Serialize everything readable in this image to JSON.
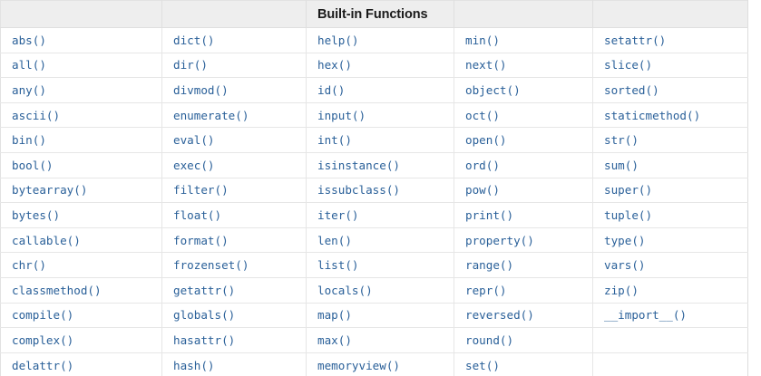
{
  "table": {
    "title": "Built-in Functions",
    "title_column_index": 2,
    "header_cells": [
      "",
      "",
      "Built-in Functions",
      "",
      ""
    ],
    "accent_text_color": "#2a6099",
    "header_background_color": "#eeeeee",
    "border_color": "#e6e6e6",
    "column_count": 5,
    "row_count": 14,
    "rows": [
      [
        "abs()",
        "dict()",
        "help()",
        "min()",
        "setattr()"
      ],
      [
        "all()",
        "dir()",
        "hex()",
        "next()",
        "slice()"
      ],
      [
        "any()",
        "divmod()",
        "id()",
        "object()",
        "sorted()"
      ],
      [
        "ascii()",
        "enumerate()",
        "input()",
        "oct()",
        "staticmethod()"
      ],
      [
        "bin()",
        "eval()",
        "int()",
        "open()",
        "str()"
      ],
      [
        "bool()",
        "exec()",
        "isinstance()",
        "ord()",
        "sum()"
      ],
      [
        "bytearray()",
        "filter()",
        "issubclass()",
        "pow()",
        "super()"
      ],
      [
        "bytes()",
        "float()",
        "iter()",
        "print()",
        "tuple()"
      ],
      [
        "callable()",
        "format()",
        "len()",
        "property()",
        "type()"
      ],
      [
        "chr()",
        "frozenset()",
        "list()",
        "range()",
        "vars()"
      ],
      [
        "classmethod()",
        "getattr()",
        "locals()",
        "repr()",
        "zip()"
      ],
      [
        "compile()",
        "globals()",
        "map()",
        "reversed()",
        "__import__()"
      ],
      [
        "complex()",
        "hasattr()",
        "max()",
        "round()",
        ""
      ],
      [
        "delattr()",
        "hash()",
        "memoryview()",
        "set()",
        ""
      ]
    ]
  }
}
